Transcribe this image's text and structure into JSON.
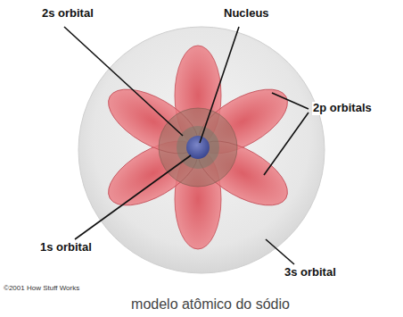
{
  "diagram": {
    "caption": "modelo atômico do sódio",
    "labels": [
      "2s orbital",
      "Nucleus",
      "2p orbitals",
      "1s orbital",
      "3s orbital",
      "©2001 How Stuff Works"
    ]
  }
}
